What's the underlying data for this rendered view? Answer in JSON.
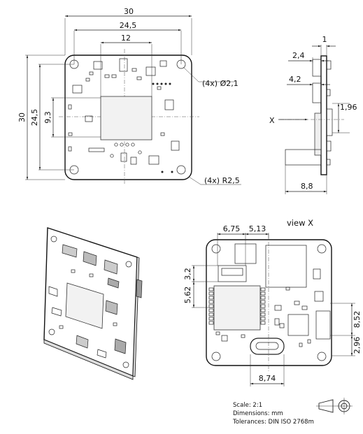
{
  "top_view": {
    "dims": {
      "width_outer": "30",
      "width_hole": "24,5",
      "width_inner": "12",
      "height_outer": "30",
      "height_hole": "24,5",
      "height_inner": "9,3"
    },
    "callout_holes": "(4x) Ø2,1",
    "callout_radius": "(4x) R2,5"
  },
  "side_view": {
    "dims": {
      "top": "1",
      "d1": "2,4",
      "d2": "4,2",
      "right": "1,96",
      "bottom": "8,8"
    },
    "arrow_label": "X"
  },
  "view_x": {
    "title": "view X",
    "dims": {
      "top_left": "6,75",
      "top_right": "5,13",
      "left_top": "3,2",
      "left_bottom": "5,62",
      "right_top": "8,52",
      "right_bottom": "2,96",
      "bottom": "8,74"
    }
  },
  "notes": {
    "scale": "Scale: 2:1",
    "dimensions": "Dimensions: mm",
    "tolerances": "Tolerances: DIN ISO 2768m"
  },
  "icons": [
    "projection-symbol-icon"
  ]
}
